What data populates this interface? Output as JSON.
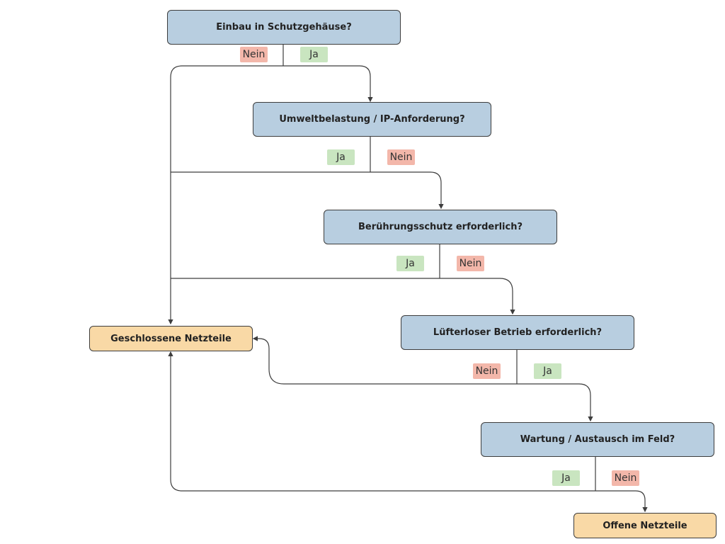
{
  "questions": {
    "q1": "Einbau in Schutzgehäuse?",
    "q2": "Umweltbelastung / IP-Anforderung?",
    "q3": "Berührungsschutz erforderlich?",
    "q4": "Lüfterloser Betrieb erforderlich?",
    "q5": "Wartung / Austausch im Feld?"
  },
  "results": {
    "closed": "Geschlossene Netzteile",
    "open": "Offene Netzteile"
  },
  "answers": {
    "yes": "Ja",
    "no": "Nein"
  },
  "colors": {
    "question_fill": "#b8cee0",
    "result_fill": "#f9d9a6",
    "yes_fill": "#c9e5c0",
    "no_fill": "#f3b7aa",
    "line": "#3d3d3d"
  }
}
